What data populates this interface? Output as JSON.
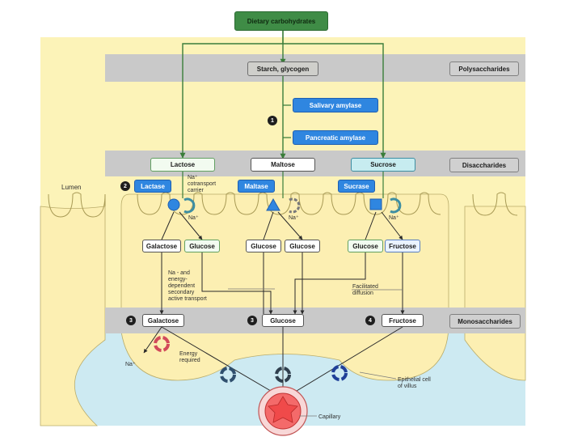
{
  "diagram": {
    "top": {
      "dietary_carbohydrates": "Dietary carbohydrates"
    },
    "polysaccharides": {
      "starch_glycogen": "Starch, glycogen",
      "category": "Polysaccharides"
    },
    "enzymes": {
      "salivary_amylase": "Salivary amylase",
      "pancreatic_amylase": "Pancreatic amylase",
      "step1": "1"
    },
    "disaccharides": {
      "lactose": "Lactose",
      "maltose": "Maltose",
      "sucrose": "Sucrose",
      "category": "Disaccharides"
    },
    "brush_border": {
      "lumen": "Lumen",
      "step2": "2",
      "lactase": "Lactase",
      "maltase": "Maltase",
      "sucrase": "Sucrase",
      "cotransport": "Na⁺\ncotransport\ncarrier",
      "na1": "Na⁺",
      "na2": "Na⁺",
      "na3": "Na⁺"
    },
    "products": {
      "galactose": "Galactose",
      "glucose1": "Glucose",
      "glucose2": "Glucose",
      "glucose3": "Glucose",
      "glucose4": "Glucose",
      "fructose": "Fructose"
    },
    "transport": {
      "active": "Na - and\nenergy-\ndependent\nsecondary\nactive transport",
      "facilitated": "Facilitated\ndiffusion"
    },
    "monosaccharides": {
      "step3a": "3",
      "galactose": "Galactose",
      "step3b": "3",
      "glucose": "Glucose",
      "step4": "4",
      "fructose": "Fructose",
      "category": "Monosaccharides"
    },
    "cell": {
      "energy": "Energy\nrequired",
      "na_out": "Na⁺",
      "epithelial": "Epithelial cell\nof villus",
      "capillary": "Capillary"
    }
  },
  "colors": {
    "lumen_bg": "#fcf3b8",
    "cell_bg": "#fcefb2",
    "interstitial_bg": "#cdeaf2",
    "band_gray": "#c9c9c9",
    "arrow": "#3a7d3a",
    "enzyme_blue": "#2f86e0",
    "carrier_dark_blue": "#1f4fa8",
    "capillary_red": "#f46a6a"
  }
}
